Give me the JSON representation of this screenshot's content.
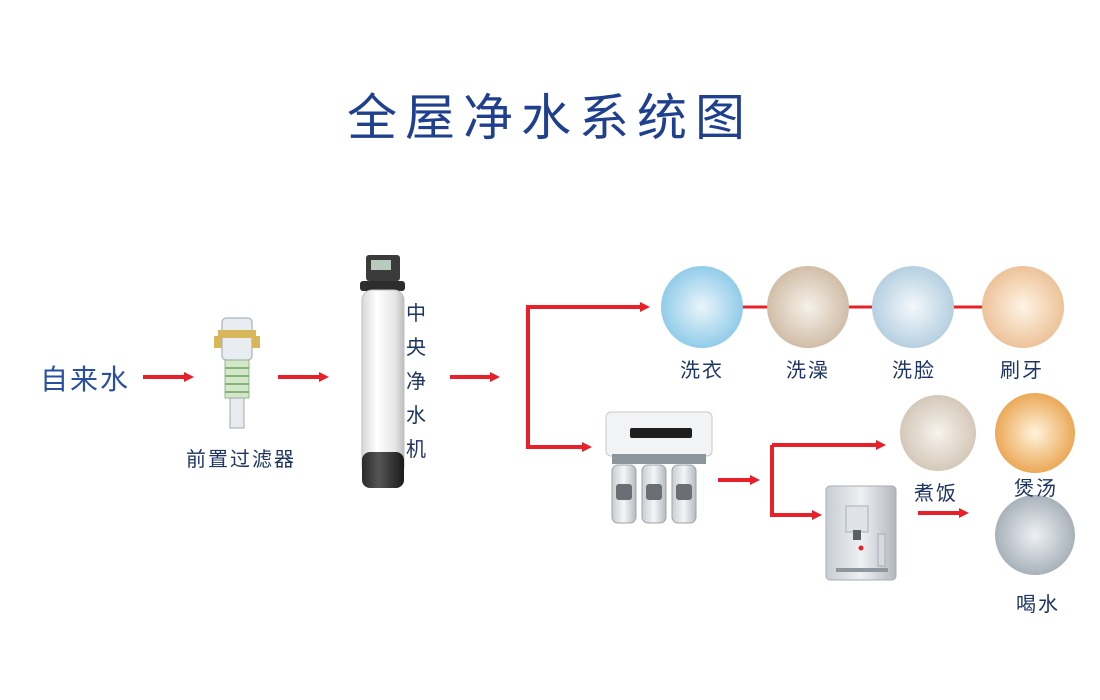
{
  "title": "全屋净水系统图",
  "source_label": "自来水",
  "pre_filter_label": "前置过滤器",
  "central_unit_label": "中央净水机",
  "usages_top": [
    "洗衣",
    "洗澡",
    "洗脸",
    "刷牙"
  ],
  "usages_bottom": [
    "煮饭",
    "煲汤",
    "喝水"
  ],
  "colors": {
    "title": "#1f3f8f",
    "arrow": "#e8202a",
    "text": "#1e3563"
  }
}
